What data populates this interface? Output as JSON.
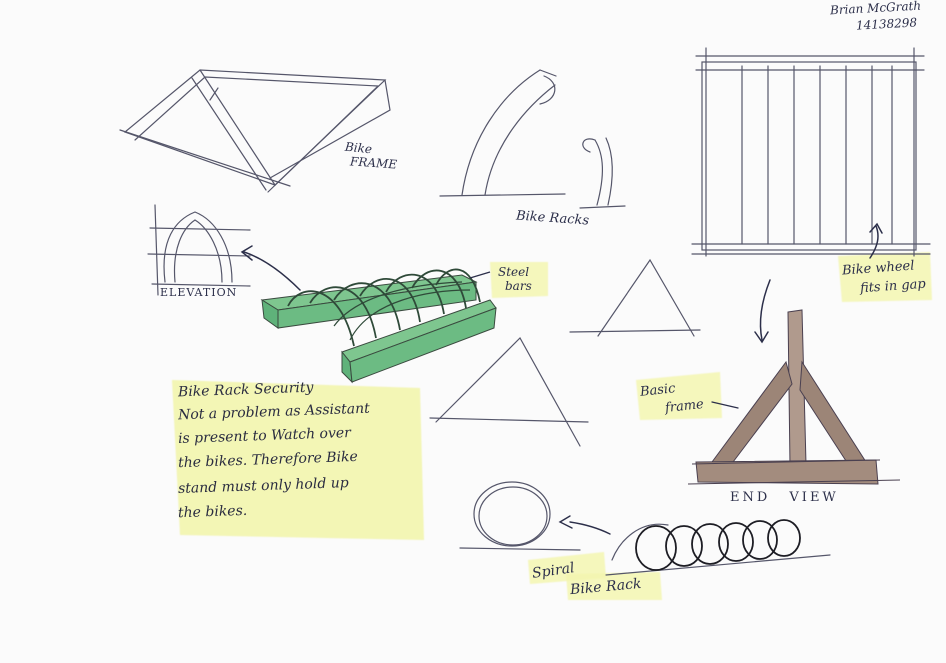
{
  "author": {
    "name": "Brian McGrath",
    "student_id": "14138298"
  },
  "labels": {
    "bike_frame_line1": "Bike",
    "bike_frame_line2": "FRAME",
    "bike_racks": "Bike Racks",
    "steel_line1": "Steel",
    "steel_line2": "bars",
    "elevation": "ELEVATION",
    "wheel_gap_line1": "Bike wheel",
    "wheel_gap_line2": "fits in gap",
    "basic_frame_line1": "Basic",
    "basic_frame_line2": "frame",
    "end_view": "END VIEW",
    "spiral_line1": "Spiral",
    "spiral_line2": "Bike Rack"
  },
  "security_note": {
    "lines": [
      "Bike Rack Security",
      "Not a problem as Assistant",
      "is present to Watch over",
      "the bikes. Therefore Bike",
      "stand must only hold up",
      "the bikes."
    ]
  },
  "colors": {
    "ink": "#2c2f4a",
    "pencil": "#6a6a78",
    "highlight_yellow": "#f1f5a8",
    "steel_green": "#5fb27a",
    "wood_brown": "#9c8577"
  }
}
